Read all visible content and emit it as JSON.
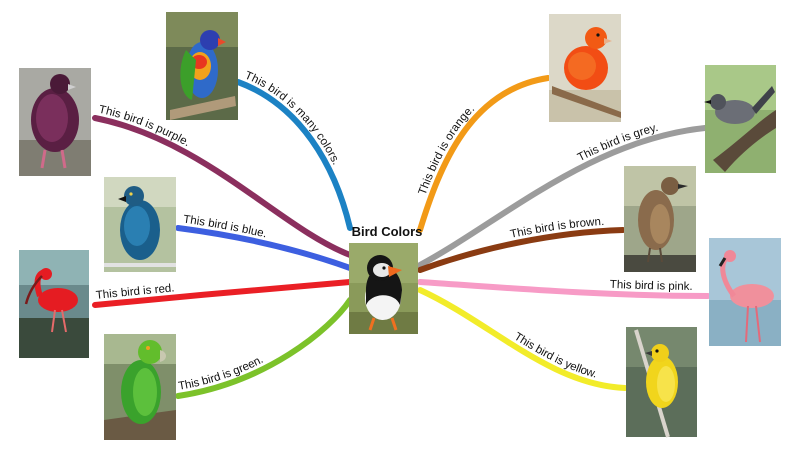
{
  "title": "Bird Colors",
  "branches": [
    {
      "id": "many",
      "label": "This bird is many colors.",
      "color": "#1c82c4",
      "bird": "lorikeet"
    },
    {
      "id": "purple",
      "label": "This bird is purple.",
      "color": "#8b2f5e",
      "bird": "pigeon"
    },
    {
      "id": "blue",
      "label": "This bird is blue.",
      "color": "#3d5fe0",
      "bird": "starling"
    },
    {
      "id": "red",
      "label": "This bird is red.",
      "color": "#ea1f25",
      "bird": "ibis"
    },
    {
      "id": "green",
      "label": "This bird is green.",
      "color": "#7cc22a",
      "bird": "parrot"
    },
    {
      "id": "orange",
      "label": "This bird is orange.",
      "color": "#f29a17",
      "bird": "canary"
    },
    {
      "id": "grey",
      "label": "This bird is grey.",
      "color": "#9c9c9c",
      "bird": "catbird"
    },
    {
      "id": "brown",
      "label": "This bird is brown.",
      "color": "#8a3b12",
      "bird": "thrush"
    },
    {
      "id": "pink",
      "label": "This bird is pink.",
      "color": "#f79bc6",
      "bird": "flamingo"
    },
    {
      "id": "yellow",
      "label": "This bird is yellow.",
      "color": "#f2ec2a",
      "bird": "warbler"
    }
  ]
}
